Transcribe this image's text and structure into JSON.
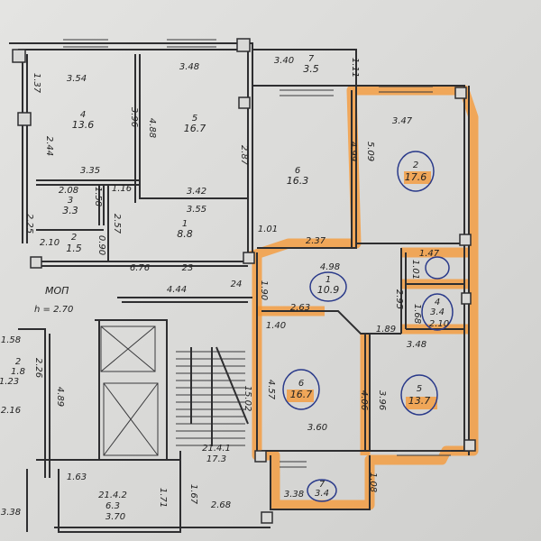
{
  "plan": {
    "common_area": {
      "label": "МОП",
      "height": "h = 2.70"
    },
    "rooms": [
      {
        "num": "4",
        "area": "13.6"
      },
      {
        "num": "5",
        "area": "16.7"
      },
      {
        "num": "3",
        "area": "3.3"
      },
      {
        "num": "1",
        "area": "8.8"
      },
      {
        "num": "2",
        "area": "1.5"
      },
      {
        "num": "7",
        "area": "3.5"
      },
      {
        "num": "6",
        "area": "16.3"
      },
      {
        "num": "2",
        "area": "17.6"
      },
      {
        "num": "1",
        "area": "10.9"
      },
      {
        "num": "4",
        "area": "3.4"
      },
      {
        "num": "6",
        "area": "16.7"
      },
      {
        "num": "5",
        "area": "13.7"
      },
      {
        "num": "7",
        "area": "3.4"
      },
      {
        "num": "21.4.1",
        "area": "17.3"
      },
      {
        "num": "21.4.2",
        "area": "6.3"
      },
      {
        "num": "2",
        "area": "1.8"
      }
    ],
    "dimensions": [
      "3.54",
      "1.37",
      "3.96",
      "2.44",
      "3.35",
      "4.88",
      "3.48",
      "2.87",
      "2.08",
      "1.58",
      "1.16",
      "2.57",
      "3.42",
      "3.55",
      "2.10",
      "0.90",
      "2.25",
      "6.76",
      "23",
      "1.01",
      "2.37",
      "3.40",
      "1.11",
      "4.99",
      "5.09",
      "3.47",
      "1.47",
      "1.01",
      "4.98",
      "1.90",
      "2.95",
      "1.68",
      "2.10",
      "2.63",
      "1.40",
      "1.89",
      "3.48",
      "4.57",
      "4.06",
      "3.96",
      "3.60",
      "3.38",
      "1.08",
      "4.44",
      "24",
      "1.58",
      "2.26",
      "1.23",
      "4.89",
      "2.16",
      "15.02",
      "1.63",
      "3.70",
      "1.71",
      "1.67",
      "2.68",
      "3.38"
    ],
    "highlight_color": "#f59a3a",
    "circle_color": "#2a3a8a"
  }
}
